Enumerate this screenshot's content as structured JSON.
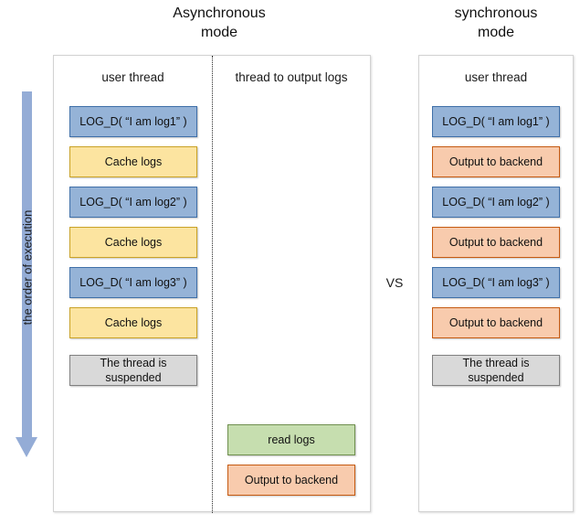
{
  "diagram": {
    "titles": {
      "async": "Asynchronous\nmode",
      "sync": "synchronous\nmode"
    },
    "vs_label": "VS",
    "order_arrow": {
      "label": "the order of execution",
      "direction": "down",
      "color": "#94ACD6"
    },
    "colors": {
      "blue_fill": "#95B3D7",
      "blue_border": "#3F6FA8",
      "yellow_fill": "#FCE4A0",
      "yellow_border": "#C9A227",
      "orange_fill": "#F8CBAD",
      "orange_border": "#C55A11",
      "green_fill": "#C6DEAF",
      "green_border": "#6F8F4E",
      "gray_fill": "#D9D9D9",
      "gray_border": "#808080"
    },
    "async_panel": {
      "columns": [
        {
          "header": "user thread",
          "steps": [
            {
              "label": "LOG_D( “I am log1” )",
              "color": "blue"
            },
            {
              "label": "Cache logs",
              "color": "yellow"
            },
            {
              "label": "LOG_D( “I am log2” )",
              "color": "blue"
            },
            {
              "label": "Cache logs",
              "color": "yellow"
            },
            {
              "label": "LOG_D( “I am log3” )",
              "color": "blue"
            },
            {
              "label": "Cache logs",
              "color": "yellow"
            },
            {
              "label": "The thread is\nsuspended",
              "color": "gray"
            }
          ]
        },
        {
          "header": "thread to output logs",
          "steps": [
            {
              "label": "read logs",
              "color": "green"
            },
            {
              "label": "Output to backend",
              "color": "orange"
            }
          ]
        }
      ]
    },
    "sync_panel": {
      "columns": [
        {
          "header": "user thread",
          "steps": [
            {
              "label": "LOG_D( “I am log1” )",
              "color": "blue"
            },
            {
              "label": "Output to backend",
              "color": "orange"
            },
            {
              "label": "LOG_D( “I am log2” )",
              "color": "blue"
            },
            {
              "label": "Output to backend",
              "color": "orange"
            },
            {
              "label": "LOG_D( “I am log3” )",
              "color": "blue"
            },
            {
              "label": "Output to backend",
              "color": "orange"
            },
            {
              "label": "The thread is\nsuspended",
              "color": "gray"
            }
          ]
        }
      ]
    }
  }
}
